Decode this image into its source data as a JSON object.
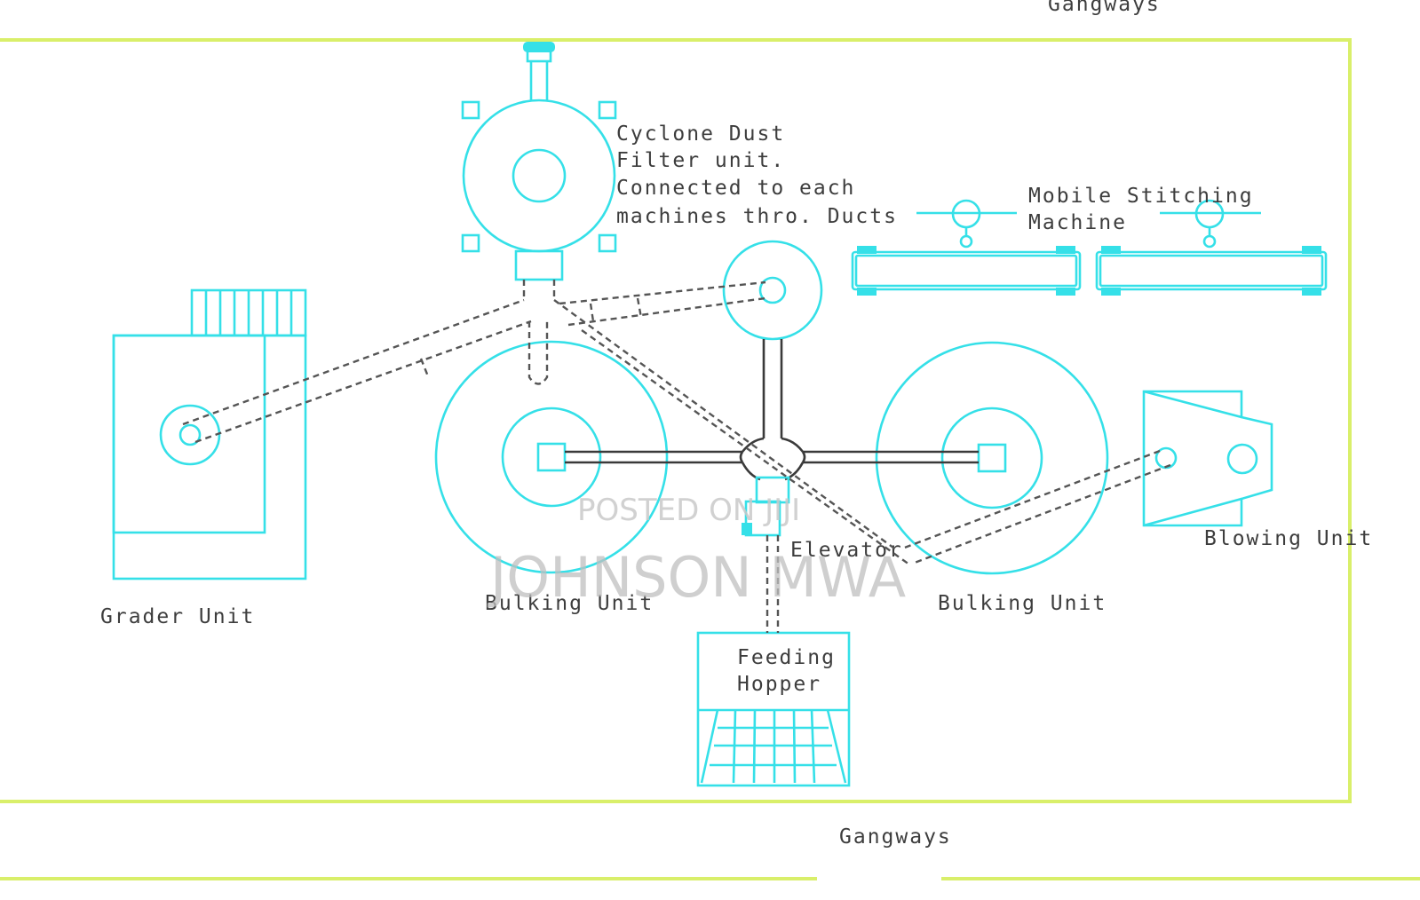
{
  "diagram": {
    "labels": {
      "gangways_top": "Gangways",
      "gangways_bottom": "Gangways",
      "cyclone_line1": "Cyclone Dust",
      "cyclone_line2": "Filter unit.",
      "cyclone_line3": "Connected to each",
      "cyclone_line4": "machines thro. Ducts",
      "stitching_line1": "Mobile Stitching",
      "stitching_line2": "Machine",
      "grader": "Grader Unit",
      "bulking_left": "Bulking Unit",
      "bulking_right": "Bulking Unit",
      "elevator": "Elevator",
      "blowing": "Blowing Unit",
      "feeding_line1": "Feeding",
      "feeding_line2": "Hopper"
    },
    "watermark": {
      "line1": "POSTED ON JIJI",
      "line2": "JOHNSON MWA"
    },
    "colors": {
      "equipment": "#35e0e8",
      "duct": "#555555",
      "border": "#d9ef6a",
      "text": "#3d3d3d"
    }
  }
}
